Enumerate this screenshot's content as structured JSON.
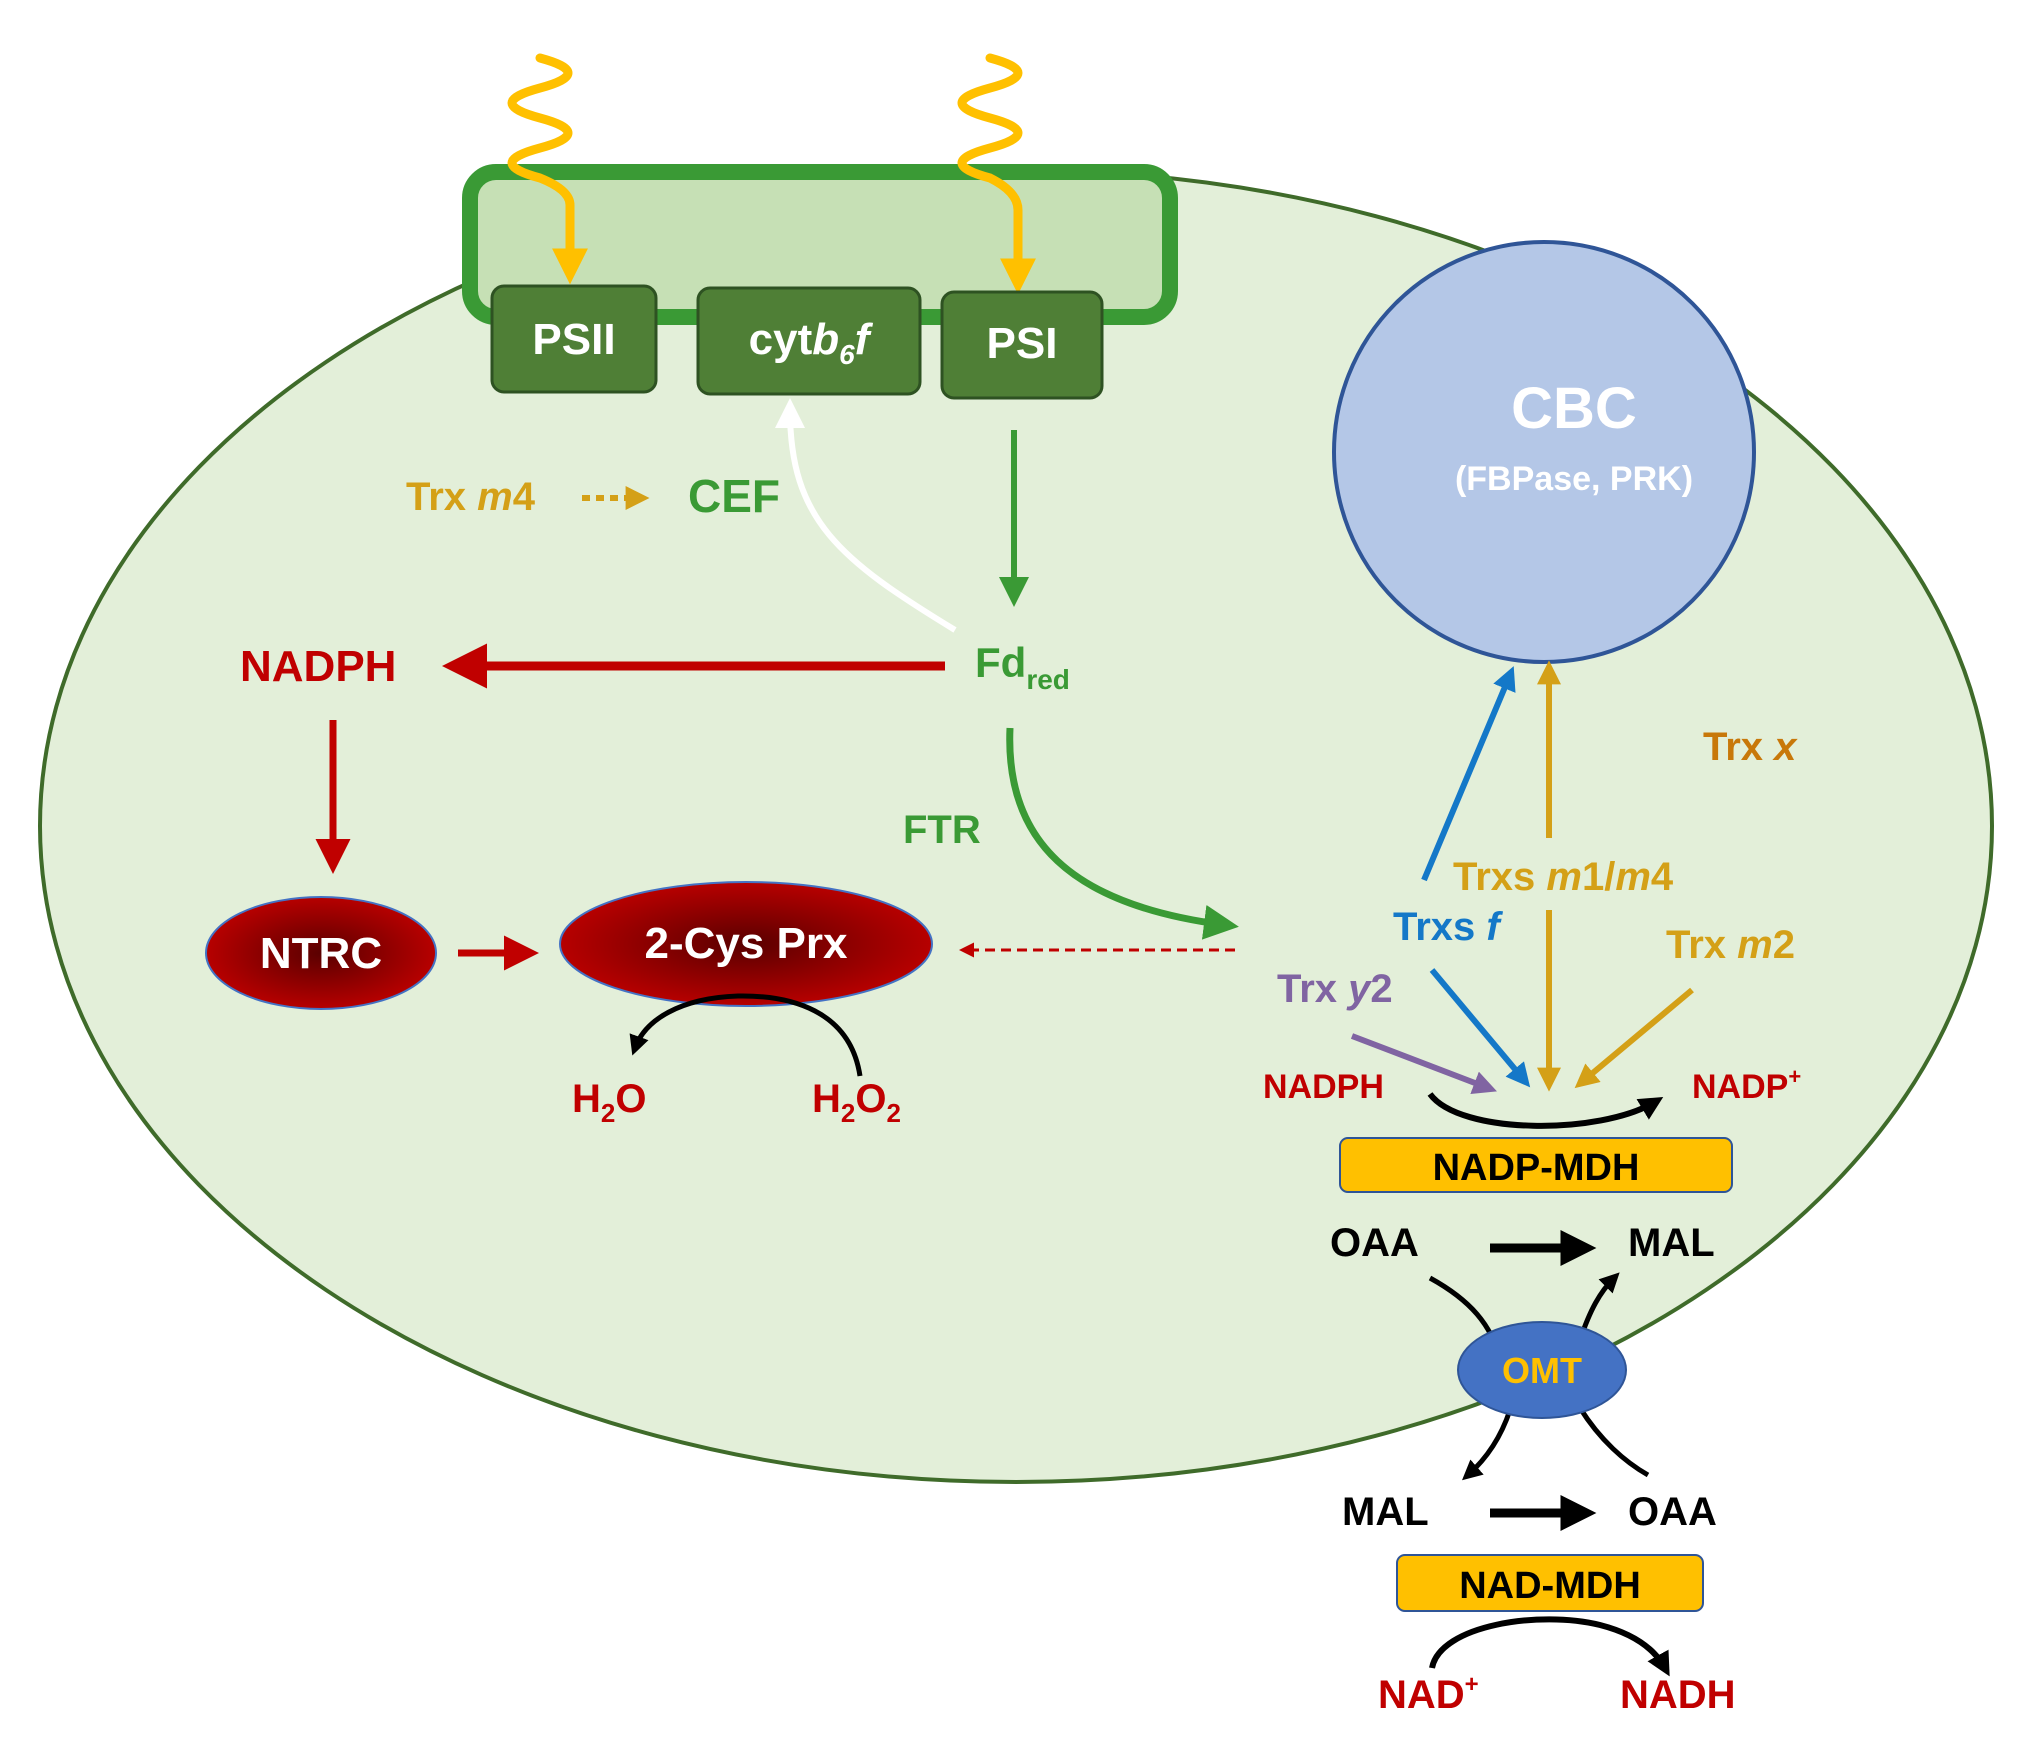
{
  "colors": {
    "chloroplast_fill": "#e3efd9",
    "chloroplast_stroke": "#3f6b2a",
    "thylakoid_fill": "#c6e0b5",
    "thylakoid_stroke": "#3a9a35",
    "complex_fill": "#4f7f36",
    "light": "#ffc000",
    "green_text": "#3a9a35",
    "red": "#c00000",
    "gold": "#d4a017",
    "orange": "#c8780a",
    "blue": "#1478c8",
    "purple": "#8064a2",
    "cbc_fill": "#b4c7e7",
    "omt_fill": "#4472c4",
    "mdh_fill": "#ffc000"
  },
  "complexes": {
    "psii": "PSII",
    "cyt_base": "cyt",
    "cyt_b": "b",
    "cyt_sub": "6",
    "cyt_f": "f",
    "psi": "PSI"
  },
  "cef": {
    "trx_prefix": "Trx ",
    "trx_italic": "m",
    "trx_num": "4",
    "label": "CEF"
  },
  "fd": {
    "main": "Fd",
    "sub": "red"
  },
  "ftr": "FTR",
  "nadph_left": "NADPH",
  "ntrc": "NTRC",
  "prx": "2-Cys Prx",
  "water": {
    "h": "H",
    "two": "2",
    "o": "O"
  },
  "cbc": {
    "title": "CBC",
    "subtitle": "(FBPase, PRK)"
  },
  "trx_x": {
    "prefix": "Trx ",
    "italic": "x"
  },
  "trx_m14": {
    "prefix": "Trxs ",
    "i1": "m",
    "n1": "1/",
    "i2": "m",
    "n2": "4"
  },
  "trxs_f": {
    "prefix": "Trxs ",
    "italic": "f"
  },
  "trx_m2": {
    "prefix": "Trx ",
    "italic": "m",
    "num": "2"
  },
  "trx_y2": {
    "prefix": "Trx ",
    "italic": "y",
    "num": "2"
  },
  "nadph_right": "NADPH",
  "nadp_plus": {
    "base": "NADP",
    "sup": "+"
  },
  "nadp_mdh": "NADP-MDH",
  "oaa_top": "OAA",
  "mal_top": "MAL",
  "omt": "OMT",
  "mal_bottom": "MAL",
  "oaa_bottom": "OAA",
  "nad_mdh": "NAD-MDH",
  "nad_plus": {
    "base": "NAD",
    "sup": "+"
  },
  "nadh": "NADH"
}
